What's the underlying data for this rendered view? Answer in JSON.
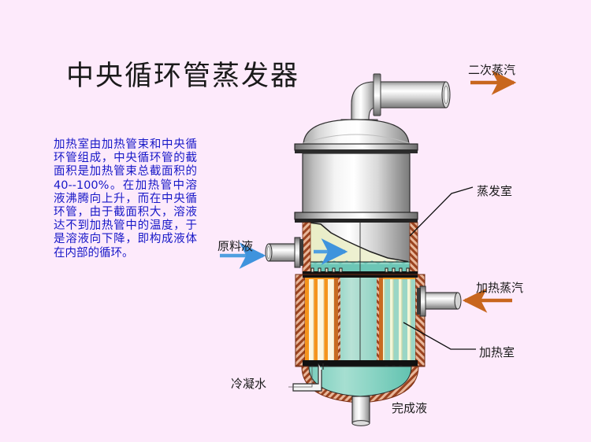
{
  "page": {
    "background_color": "#fdeafb",
    "title": "中央循环管蒸发器"
  },
  "description": {
    "text": "加热室由加热管束和中央循环管组成，中央循环管的截面积是加热管束总截面积的40--100%。在加热管中溶液沸腾向上升，而在中央循环管，由于截面积大，溶液达不到加热管中的温度，于是溶液向下降，即构成液体在内部的循环。",
    "color": "#1818c8"
  },
  "labels": {
    "secondary_steam": "二次蒸汽",
    "evaporation_chamber": "蒸发室",
    "heating_steam": "加热蒸汽",
    "heating_chamber": "加热室",
    "feed_liquid": "原料液",
    "condensate_water": "冷凝水",
    "product_liquid": "完成液"
  },
  "colors": {
    "arrow_orange": "#c8661e",
    "arrow_blue": "#4f9fe0",
    "steam_space": "#f7941e",
    "liquid_teal": "#79cfc0",
    "liquid_pale": "#eef0cf",
    "shell_brown": "#a8502a",
    "metal_light": "#f2f2f2",
    "metal_dark": "#8c8c8c",
    "leader_line": "#000000",
    "text_dark": "#1a1a1a"
  },
  "diagram": {
    "type": "central-circulation-tube-evaporator",
    "components": [
      "secondary steam elbow outlet pipe",
      "domed top head",
      "evaporation chamber shell",
      "feed liquid inlet nozzle with flange",
      "liquid level surface",
      "upper tube sheet",
      "heating tube bundle",
      "central circulation tube",
      "heating steam inlet nozzle with flange",
      "lower tube sheet",
      "condensate outlet pipe",
      "bottom dished head",
      "product liquid outlet pipe"
    ]
  }
}
